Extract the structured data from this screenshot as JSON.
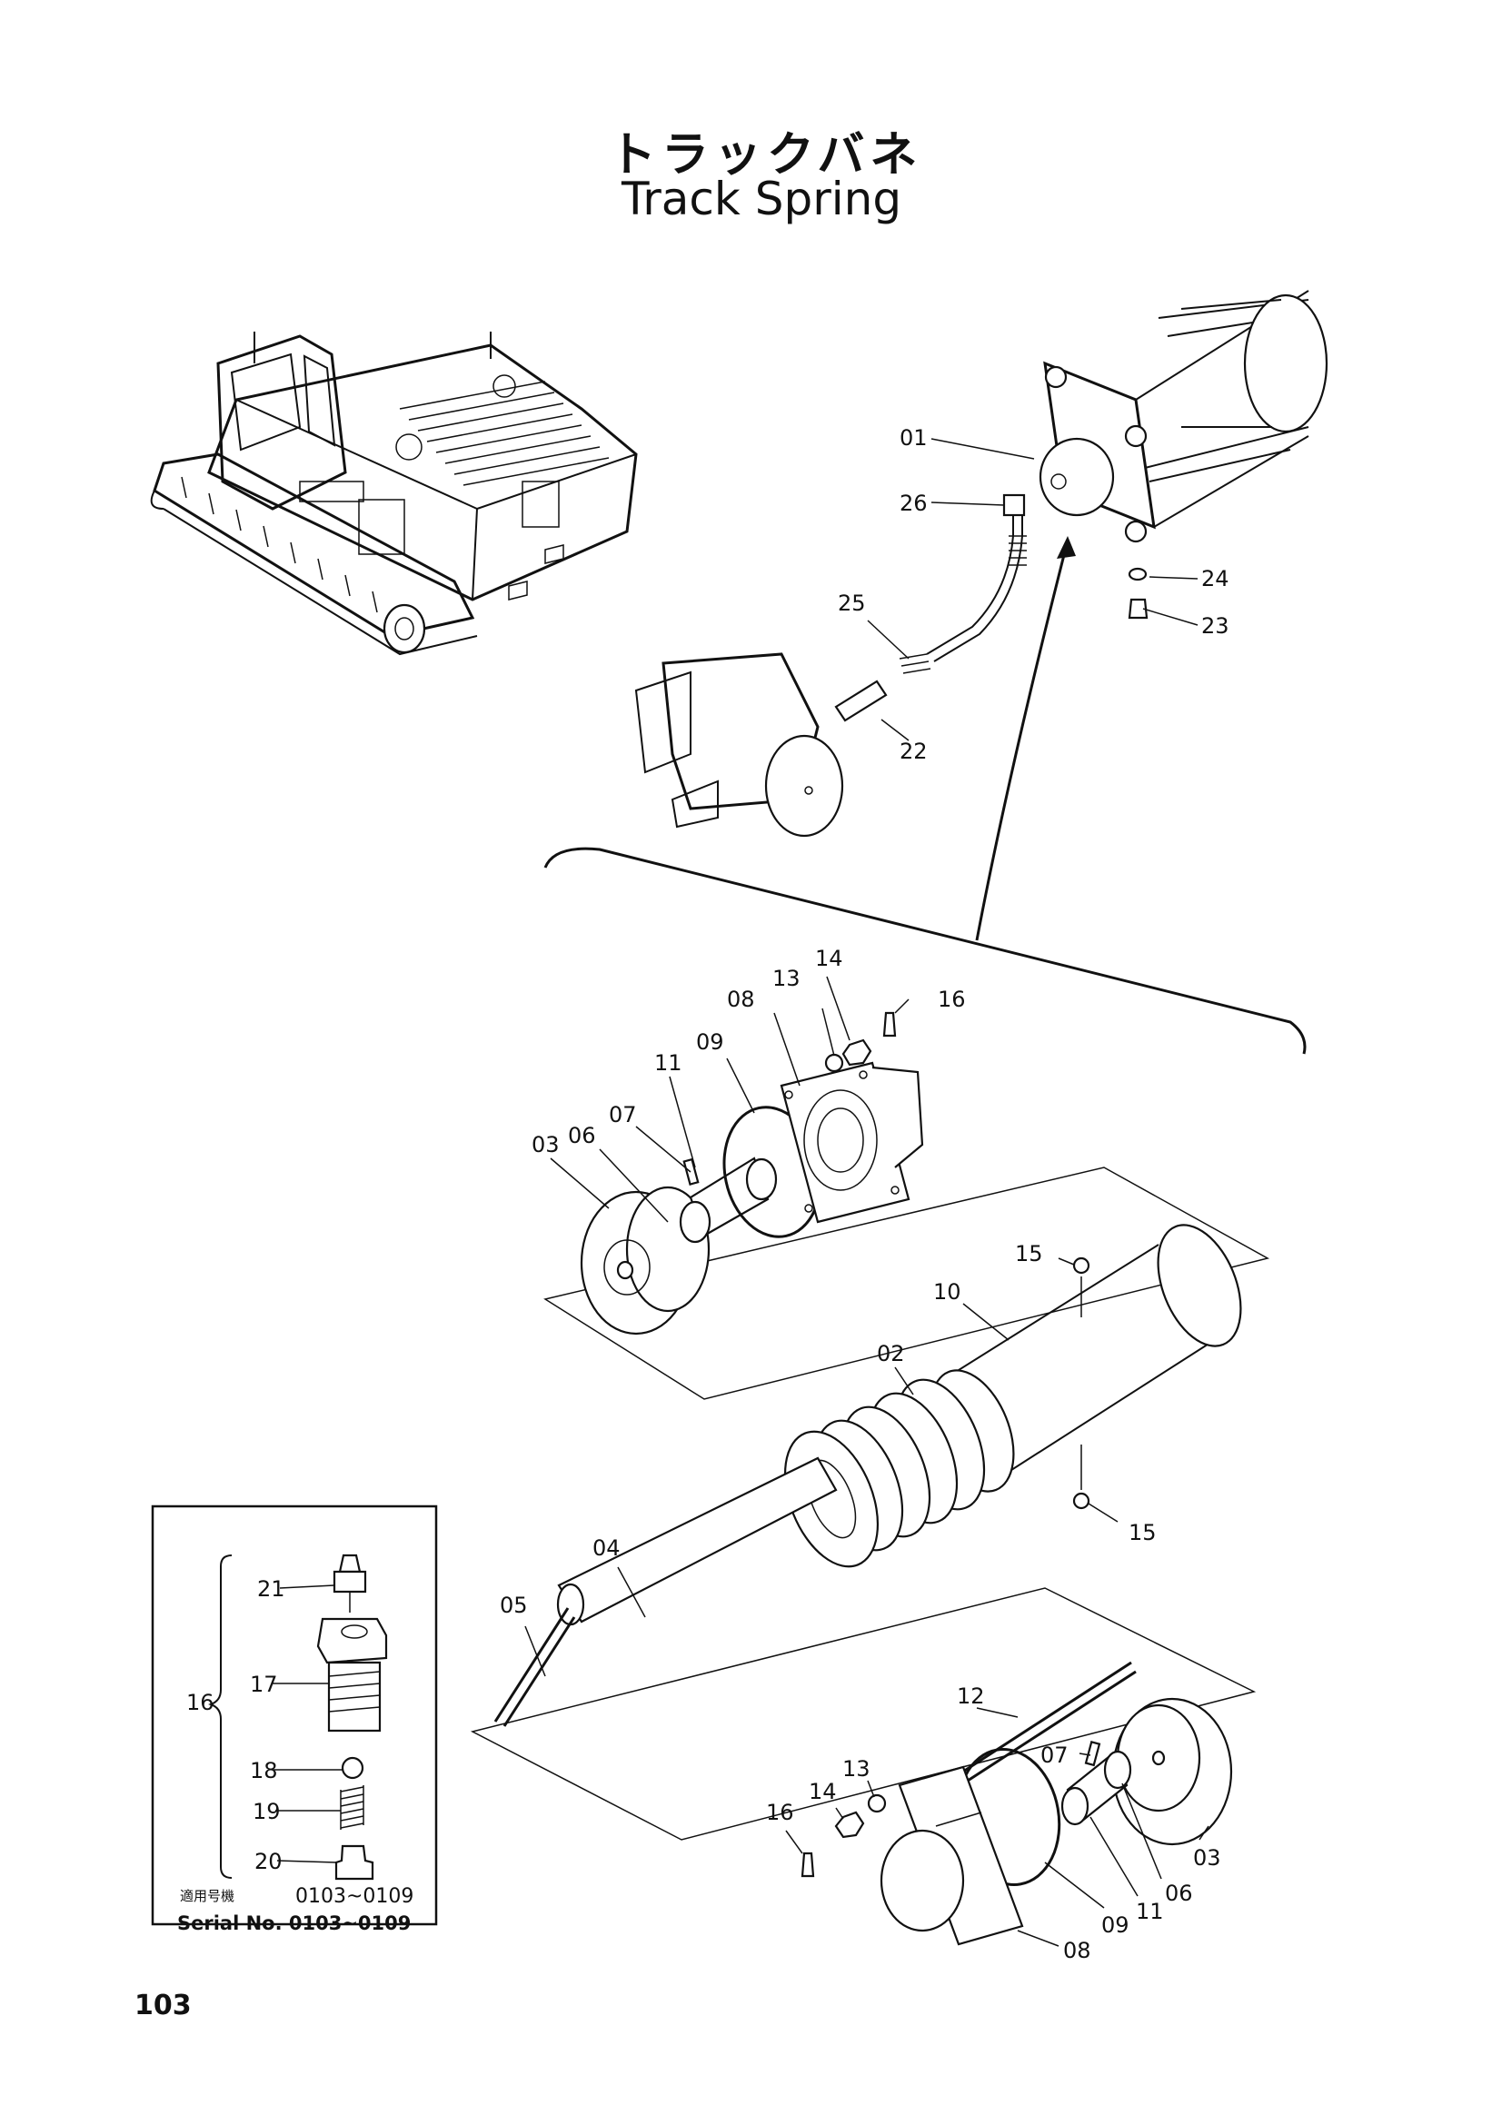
{
  "header": {
    "title_jp": "トラックバネ",
    "title_en": "Track Spring"
  },
  "page_number": "103",
  "callouts": {
    "c01": "01",
    "c26": "26",
    "c24": "24",
    "c23": "23",
    "c25": "25",
    "c22": "22",
    "c14a": "14",
    "c13a": "13",
    "c16a": "16",
    "c08a": "08",
    "c09a": "09",
    "c11a": "11",
    "c07a": "07",
    "c06a": "06",
    "c03a": "03",
    "c15a": "15",
    "c10": "10",
    "c02": "02",
    "c15b": "15",
    "c04": "04",
    "c05": "05",
    "c12": "12",
    "c07b": "07",
    "c13b": "13",
    "c14b": "14",
    "c16b": "16",
    "c03b": "03",
    "c06b": "06",
    "c11b": "11",
    "c09b": "09",
    "c08b": "08"
  },
  "inset": {
    "group_label": "16",
    "parts": [
      "21",
      "17",
      "18",
      "19",
      "20"
    ],
    "applicable_models_jp": "適用号機",
    "applicable_range": "0103~0109",
    "serial_label": "Serial No. 0103~0109"
  },
  "icons": [
    "excavator-illustration",
    "idler-assembly",
    "track-adjuster-cylinder",
    "coil-spring",
    "grease-fitting"
  ]
}
